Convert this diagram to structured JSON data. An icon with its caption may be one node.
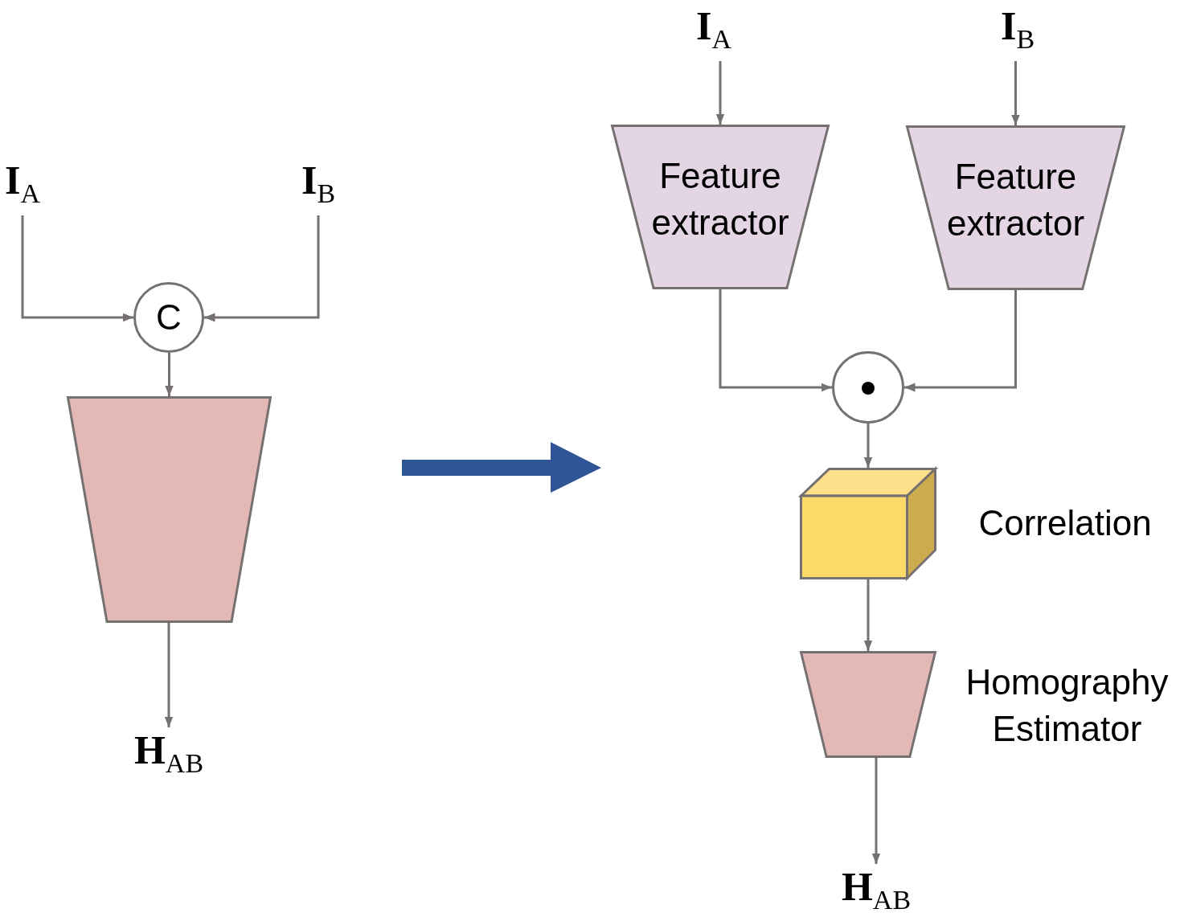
{
  "diagram": {
    "nodes": [
      {
        "text": [
          "**I**$_{A}$"
        ]
      },
      {
        "text": [
          "**I**$_{B}$"
        ]
      },
      {
        "text": [
          "C"
        ]
      },
      {
        "text": [],
        "shape": "trapezoid"
      },
      {
        "text": [
          "**H**$_{AB}$"
        ]
      },
      {
        "text": [
          "**I**$_{A}$"
        ]
      },
      {
        "text": [
          "**I**$_{B}$"
        ]
      },
      {
        "text": [
          "Feature extractor"
        ]
      },
      {
        "text": [
          "Feature extractor"
        ]
      },
      {
        "text": [],
        "shape": "circle"
      },
      {
        "text": [],
        "shape": "cube",
        "beside": [
          "Correlation"
        ]
      },
      {
        "text": [],
        "shape": "trapezoid",
        "beside": [
          "Homography Estimator"
        ]
      },
      {
        "text": [
          "**H**$_{AB}$"
        ]
      }
    ],
    "edges": [
      {
        "from": 0,
        "to": 2,
        "arrow": "to"
      },
      {
        "from": 1,
        "to": 2,
        "arrow": "to"
      },
      {
        "from": 2,
        "to": 3,
        "arrow": "to"
      },
      {
        "from": 3,
        "to": 4,
        "arrow": "to"
      },
      {
        "from": 5,
        "to": 7,
        "arrow": "to"
      },
      {
        "from": 6,
        "to": 8,
        "arrow": "to"
      },
      {
        "from": 7,
        "to": 9,
        "arrow": "to"
      },
      {
        "from": 8,
        "to": 9,
        "arrow": "to"
      },
      {
        "from": 9,
        "to": 10,
        "arrow": "to"
      },
      {
        "from": 10,
        "to": 11,
        "arrow": "to"
      },
      {
        "from": 11,
        "to": 12,
        "arrow": "to"
      }
    ]
  }
}
